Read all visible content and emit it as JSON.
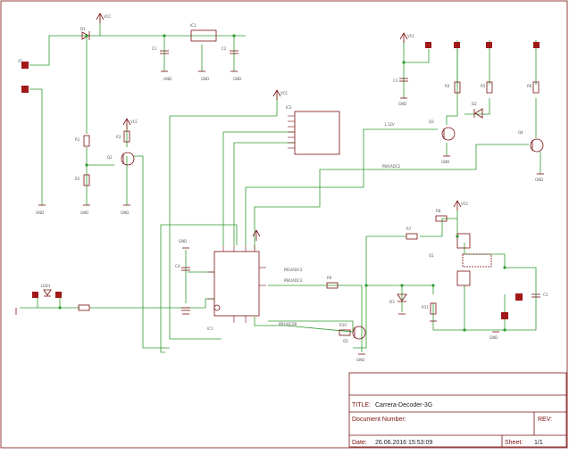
{
  "title_block": {
    "title_label": "TITLE:",
    "title_value": "Carrera-Decoder-3G",
    "document_label": "Document Number:",
    "rev_label": "REV:",
    "date_label": "Date:",
    "date_value": "26.06.2016 15:53:09",
    "sheet_label": "Sheet:",
    "sheet_value": "1/1"
  },
  "colors": {
    "wire": "#2e9b2e",
    "part": "#7a1010",
    "pad": "#a01818",
    "frame": "#7a1010",
    "text": "#666666"
  },
  "nets": {
    "net_1": "1,12V",
    "net_2": "PB4/ADC2",
    "net_3": "PB3/ADC3",
    "net_4": "PB4/ADC3",
    "net_5": "PB1/OC0B"
  },
  "parts": {
    "r9": "R9",
    "r10": "R10",
    "r11": "R11",
    "r1": "R1",
    "r2": "R2",
    "r3": "R3",
    "r4": "R4",
    "r5": "R5",
    "r6": "R6",
    "r7": "R7",
    "r8": "R8",
    "q1": "Q1",
    "q2": "Q2",
    "q3": "Q3",
    "q4": "Q4",
    "q5": "Q5",
    "ic1": "IC1",
    "ic2": "IC2",
    "c1": "C1",
    "c2": "C2",
    "c3": "C3",
    "c4": "C4",
    "c5": "C5",
    "d1": "D1",
    "d2": "D2",
    "d3": "D3",
    "led1": "LED1",
    "x1": "X1",
    "gnd": "GND",
    "vcc": "VCC"
  }
}
